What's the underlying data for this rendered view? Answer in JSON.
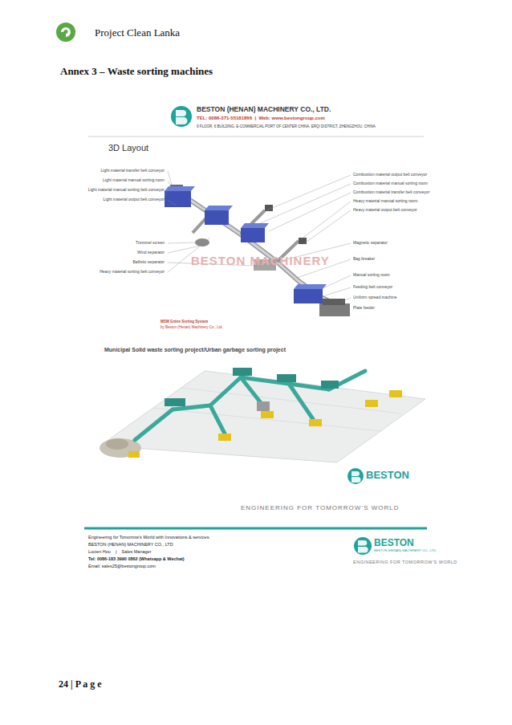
{
  "diagram": {
    "title": "Annex 3 – Waste sorting machines",
    "labels": [
      "Project Clean Lanka",
      "BESTON (HENAN) MACHINERY CO., LTD.",
      "TEL: 0086-371-55181866  |  Web: www.bestongroup.com",
      "9 FLOOR, 6 BUILDING, E-COMMERCIAL PORT OF CENTER CHINA, ERQI DISTRICT, ZHENGZHOU, CHINA",
      "3D Layout",
      "Light material transfer belt conveyor",
      "Light material manual sorting room",
      "Light material manual sorting belt conveyor",
      "Light material output belt conveyor",
      "Trommel screen",
      "Wind separator",
      "Ballistic separator",
      "Heavy material sorting belt conveyor",
      "Combustion material output belt conveyor",
      "Combustion material manual sorting room",
      "Combustion material transfer belt conveyor",
      "Heavy material manual sorting room",
      "Heavy material output belt conveyor",
      "Magnetic separator",
      "Bag breaker",
      "Manual sorting room",
      "Feeding belt conveyor",
      "Uniform spread machine",
      "Plate feeder",
      "MSW Entire Sorting System",
      "by Beston (Henan) Machinery Co., Ltd.",
      "BESTON MACHINERY",
      "Municipal Solid waste sorting project/Urban garbage sorting project",
      "BESTON",
      "ENGINEERING FOR TOMORROW’S WORLD",
      "Engineering for Tomorrow’s World with Innovations & services.",
      "BESTON (HENAN) MACHINERY CO., LTD",
      "Lucien Hou    |    Sales Manager",
      "Tel: 0086-183 3990 0862 (Whatsapp & Wechat)",
      "Email: sales25@bestongroup.com",
      "BESTON",
      "BESTON (HENAN) MACHINERY CO., LTD.",
      "ENGINEERING FOR TOMORROW’S WORLD",
      "24 | P a g e"
    ]
  }
}
